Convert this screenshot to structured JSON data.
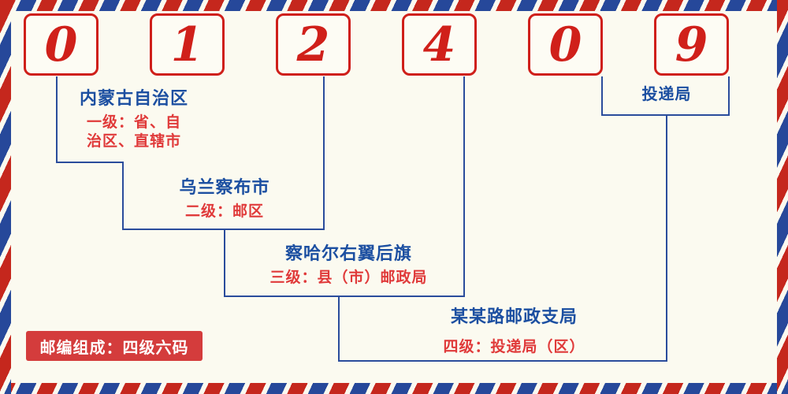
{
  "postal_code": {
    "digits": [
      "0",
      "1",
      "2",
      "4",
      "0",
      "9"
    ]
  },
  "levels": [
    {
      "name": "内蒙古自治区",
      "desc1": "一级：省、自",
      "desc2": "治区、直辖市"
    },
    {
      "name": "乌兰察布市",
      "desc1": "二级：邮区"
    },
    {
      "name": "察哈尔右翼后旗",
      "desc1": "三级：县（市）邮政局"
    },
    {
      "name": "某某路邮政支局",
      "desc1": "四级：投递局（区）"
    },
    {
      "name": "投递局"
    }
  ],
  "badge": {
    "text": "邮编组成：四级六码"
  },
  "colors": {
    "digit_red": "#d0201a",
    "place_name_blue": "#1c4fa1",
    "level_desc_red": "#e03a3a",
    "connector_blue": "#2a4c9c",
    "badge_background": "#d43c3c",
    "stripe_red": "#c5271d",
    "stripe_blue": "#26489a",
    "envelope_background": "#fbfaf0"
  }
}
